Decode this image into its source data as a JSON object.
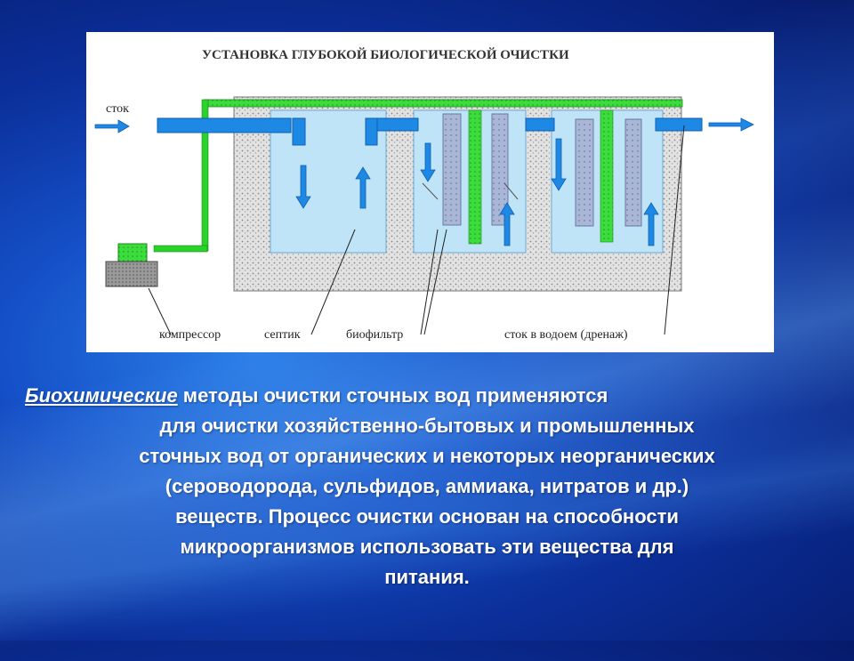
{
  "diagram": {
    "title": "УСТАНОВКА ГЛУБОКОЙ БИОЛОГИЧЕСКОЙ ОЧИСТКИ",
    "labels": {
      "inflow": "сток",
      "compressor": "компрессор",
      "septic": "септик",
      "biofilter": "биофильтр",
      "outflow": "сток в водоем (дренаж)"
    },
    "colors": {
      "water": "#bfe3f7",
      "pipe": "#1e88e5",
      "air_pipe": "#27d827",
      "concrete": "#d9d9d9"
    }
  },
  "caption": {
    "emphasis": "Биохимические",
    "line1_rest": " методы очистки сточных вод применяются",
    "line2": "для очистки хозяйственно-бытовых и промышленных",
    "line3": "сточных вод от органических и некоторых неорганических",
    "line4": "(сероводорода, сульфидов, аммиака, нитратов и др.)",
    "line5": "веществ. Процесс очистки основан на способности",
    "line6": "микроорганизмов использовать эти вещества для",
    "line7": "питания."
  }
}
